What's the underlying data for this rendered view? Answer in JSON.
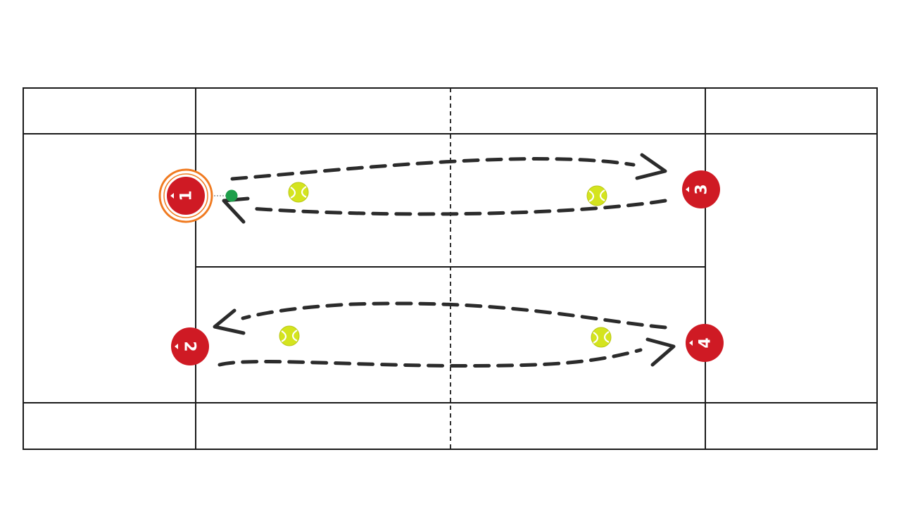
{
  "diagram": {
    "colors": {
      "background": "#ffffff",
      "court_lines": "#1a1a1a",
      "path_dashes": "#2b2b2b",
      "player_fill": "#cf1a24",
      "player_text": "#ffffff",
      "selected_ring": "#f07a20",
      "ball_fill": "#d4e41e",
      "ball_seam": "#ffffff",
      "handle": "#1e9e4a"
    },
    "players": [
      {
        "id": "player-1",
        "label": "1",
        "selected": true,
        "rotation": -90
      },
      {
        "id": "player-2",
        "label": "2",
        "selected": false,
        "rotation": 90
      },
      {
        "id": "player-3",
        "label": "3",
        "selected": false,
        "rotation": -90
      },
      {
        "id": "player-4",
        "label": "4",
        "selected": false,
        "rotation": -90
      }
    ]
  }
}
